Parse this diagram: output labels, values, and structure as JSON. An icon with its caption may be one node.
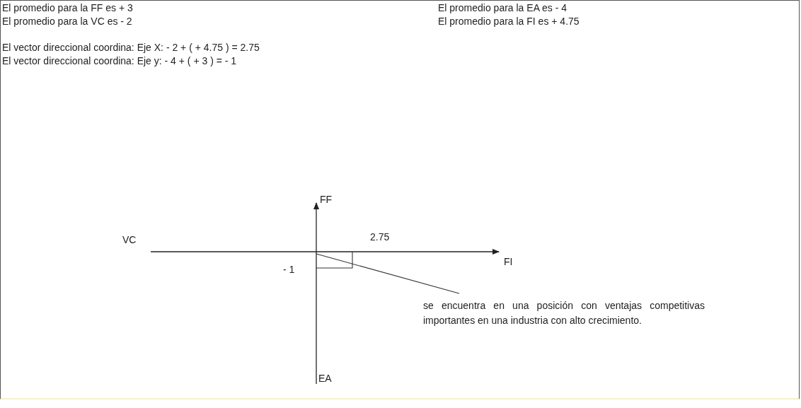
{
  "diagram": {
    "labels": [
      "El promedio para la FF es + 3",
      "El promedio para la EA es - 4",
      "El promedio para la VC es - 2",
      "El promedio para la FI es + 4.75",
      "El vector direccional coordina: Eje X: - 2 + ( + 4.75 ) = 2.75",
      "El vector direccional coordina: Eje y: - 4 + ( + 3 ) = - 1",
      "FF",
      "VC",
      "2.75",
      "FI",
      "- 1",
      "se encuentra en una posición con ventajas competitivas importantes en una industria con alto crecimiento.",
      "EA"
    ]
  }
}
